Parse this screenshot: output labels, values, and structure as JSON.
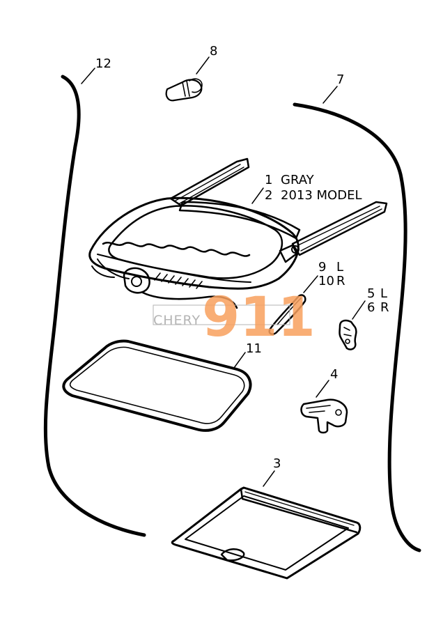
{
  "callouts": {
    "c1": "1",
    "c1_text": "GRAY",
    "c2": "2",
    "c2_text": "2013 MODEL",
    "c3": "3",
    "c4": "4",
    "c5": "5",
    "c5_side": "L",
    "c6": "6",
    "c6_side": "R",
    "c7": "7",
    "c8": "8",
    "c9": "9",
    "c9_side": "L",
    "c10": "10",
    "c10_side": "R",
    "c11": "11",
    "c12": "12"
  },
  "watermark": {
    "brand": "CHERY",
    "number": "911",
    "number_color": "#f8a05e"
  }
}
